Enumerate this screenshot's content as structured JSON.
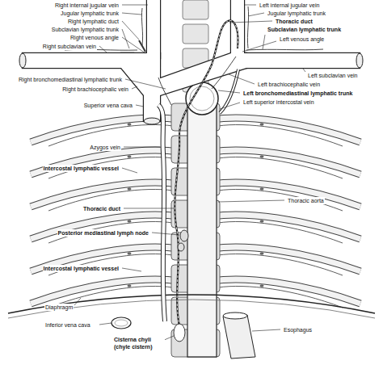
{
  "diagram": {
    "labels": [
      "Right internal jugular vein",
      "Jugular lymphatic trunk",
      "Right lymphatic duct",
      "Subclavian lymphatic trunk",
      "Right venous angle",
      "Right subclavian vein",
      "Right bronchomediastinal lymphatic trunk",
      "Right brachiocephalic vein",
      "Superior vena cava",
      "Azygos vein",
      "Intercostal lymphatic vessel",
      "Thoracic duct",
      "Posterior mediastinal lymph node",
      "Intercostal lymphatic vessel",
      "Diaphragm",
      "Inferior vena cava",
      "Cisterna chyli (chyle cistern)",
      "Left internal jugular vein",
      "Jugular lymphatic trunk",
      "Thoracic duct",
      "Subclavian lymphatic trunk",
      "Left venous angle",
      "Left subclavian vein",
      "Left brachiocephalic vein",
      "Left bronchomediastinal lymphatic trunk",
      "Left superior intercostal vein",
      "Thoracic aorta",
      "Esophagus"
    ]
  }
}
